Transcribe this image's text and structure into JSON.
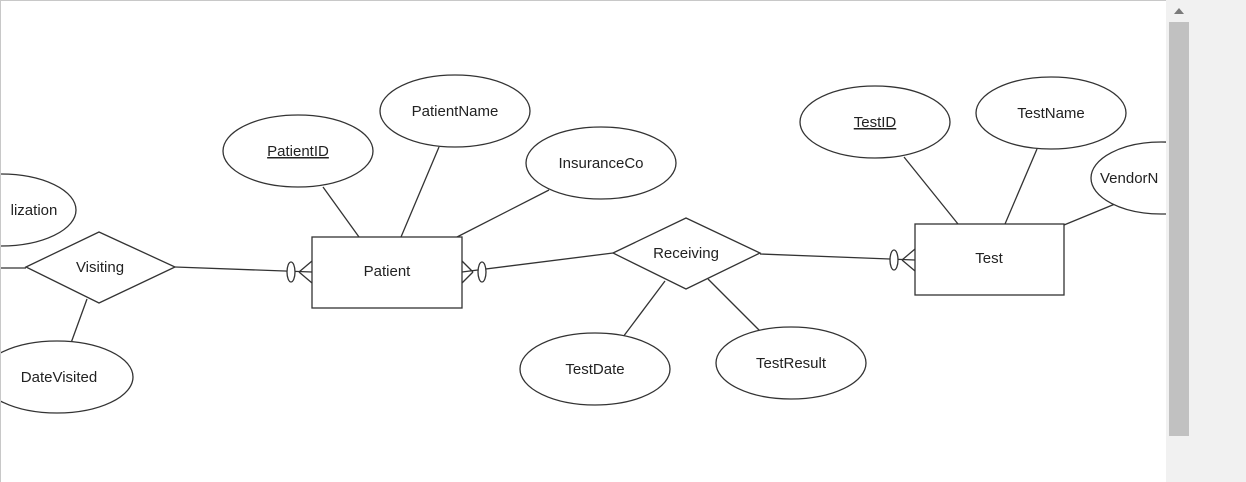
{
  "colors": {
    "stroke": "#333333",
    "fill": "#ffffff",
    "text": "#222222",
    "scrollbar_track": "#f1f1f1",
    "scrollbar_thumb": "#c1c1c1"
  },
  "entities": {
    "patient": "Patient",
    "test": "Test"
  },
  "relationships": {
    "visiting": "Visiting",
    "receiving": "Receiving"
  },
  "attributes": {
    "hospitalization": "lization",
    "date_visited": "DateVisited",
    "patient_id": "PatientID",
    "patient_name": "PatientName",
    "insurance_co": "InsuranceCo",
    "test_date": "TestDate",
    "test_result": "TestResult",
    "test_id": "TestID",
    "test_name": "TestName",
    "vendor_name": "VendorN"
  },
  "scrollbar": {
    "up_icon": "chevron-up-icon"
  }
}
